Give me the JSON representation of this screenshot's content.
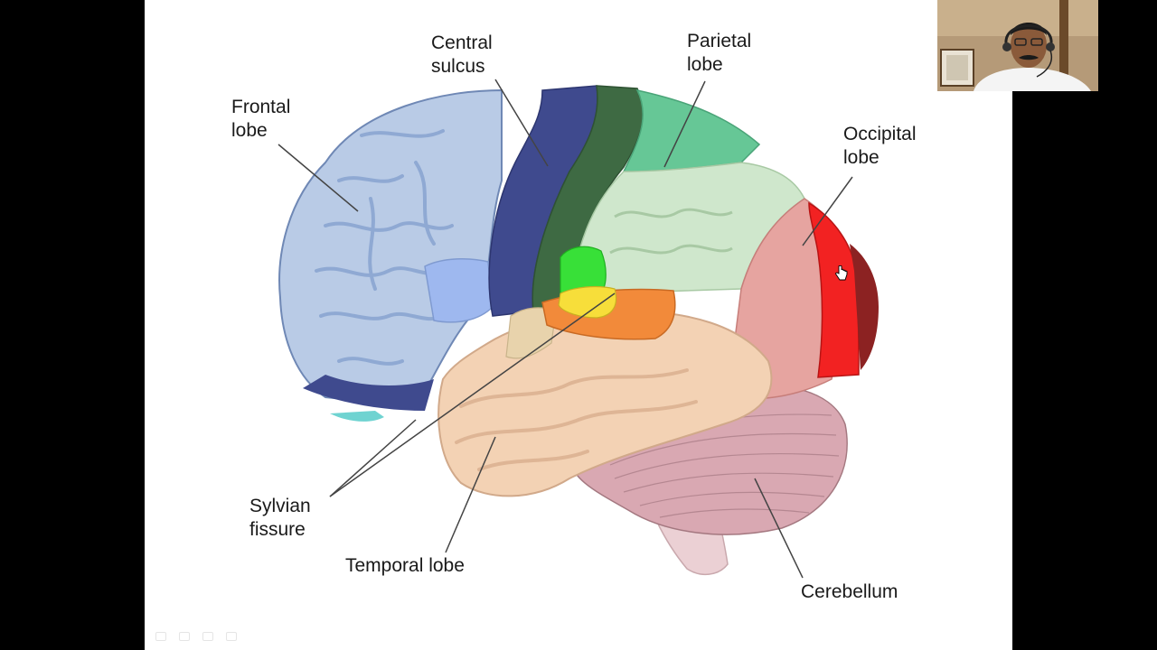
{
  "labels": {
    "frontal_line1": "Frontal",
    "frontal_line2": "lobe",
    "central_line1": "Central",
    "central_line2": "sulcus",
    "parietal_line1": "Parietal",
    "parietal_line2": "lobe",
    "occipital_line1": "Occipital",
    "occipital_line2": "lobe",
    "sylvian_line1": "Sylvian",
    "sylvian_line2": "fissure",
    "temporal": "Temporal lobe",
    "cerebellum": "Cerebellum"
  },
  "colors": {
    "frontal": "#b9cbe6",
    "frontal_gyri": "#8fa9d3",
    "premotor": "#9eb8ef",
    "motor": "#3f4a8e",
    "somatosensory": "#3e6a43",
    "parietal_sup": "#66c796",
    "parietal_inf": "#cfe7cc",
    "occipital_assoc": "#e6a4a0",
    "occipital_primary": "#f22222",
    "occipital_dark": "#8c2222",
    "temporal": "#f3d2b4",
    "auditory": "#f28a3a",
    "wernicke_green": "#38e038",
    "wernicke_yellow": "#f7de3a",
    "insula_tan": "#e8d3ac",
    "cerebellum": "#d9a8b2",
    "brainstem": "#ebd0d4",
    "orbital_cyan": "#6fd3d1"
  }
}
